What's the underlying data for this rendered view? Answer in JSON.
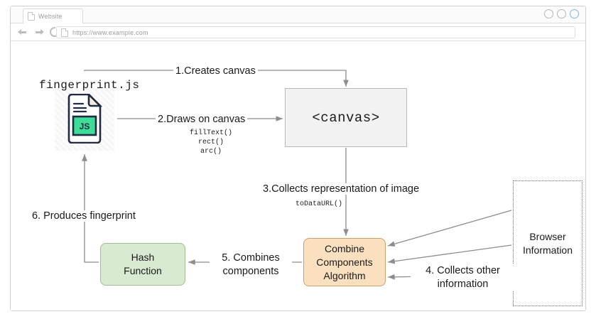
{
  "browser": {
    "tab": {
      "label": "Website",
      "icon": "page-icon"
    },
    "nav": {
      "back_icon": "back-arrow-icon",
      "forward_icon": "forward-arrow-icon",
      "reload_icon": "reload-icon",
      "site_icon": "page-icon",
      "url": "https://www.example.com"
    },
    "window_controls": [
      "minimize-circle",
      "maximize-circle",
      "close-circle"
    ],
    "accent_color": "#7fb6e8"
  },
  "diagram": {
    "title_label": "fingerprint.js",
    "nodes": {
      "js_file": {
        "icon": "js-file-icon",
        "badge": "JS"
      },
      "canvas": {
        "label": "<canvas>",
        "fill": "#f2f2f2",
        "stroke": "#b8b8b8"
      },
      "combine": {
        "label": "Combine\nComponents\nAlgorithm",
        "fill": "#fbe0c0",
        "stroke": "#c8a070"
      },
      "hash": {
        "label": "Hash\nFunction",
        "fill": "#d8ead1",
        "stroke": "#9dbf92"
      },
      "browser_information": {
        "label": "Browser\nInformation",
        "fill": "#ffffff",
        "stroke": "#6e6e6e"
      }
    },
    "edges": [
      {
        "id": "step1",
        "label": "1.Creates canvas",
        "from": "js_file",
        "to": "canvas"
      },
      {
        "id": "step2",
        "label": "2.Draws on canvas",
        "from": "js_file",
        "to": "canvas",
        "sub_label": "fillText()\nrect()\narc()"
      },
      {
        "id": "step3",
        "label": "3.Collects representation of image",
        "from": "canvas",
        "to": "combine",
        "sub_label": "toDataURL()"
      },
      {
        "id": "step4",
        "label": "4. Collects other\ninformation",
        "from": "browser_information",
        "to": "combine"
      },
      {
        "id": "step5",
        "label": "5. Combines\ncomponents",
        "from": "combine",
        "to": "hash"
      },
      {
        "id": "step6",
        "label": "6. Produces fingerprint",
        "from": "hash",
        "to": "js_file"
      }
    ]
  }
}
